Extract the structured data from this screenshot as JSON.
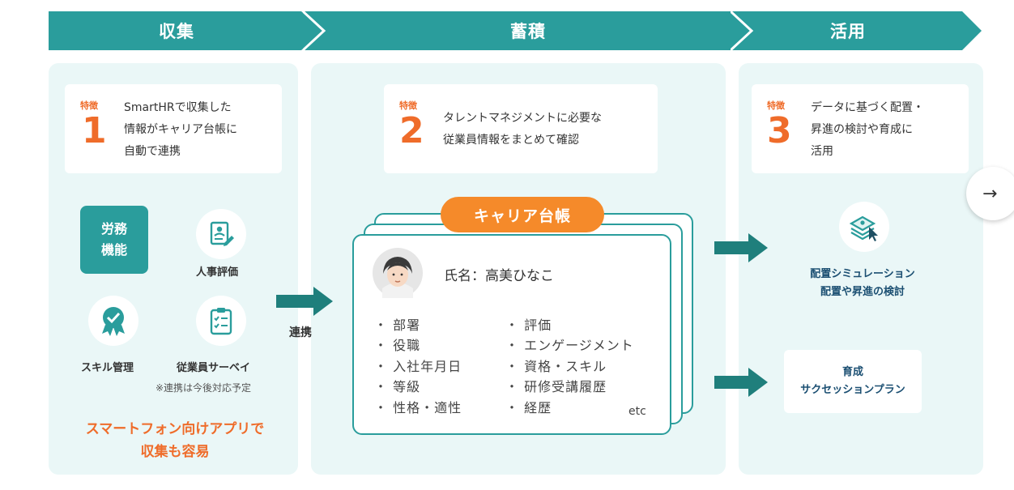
{
  "stages": {
    "collect": "収集",
    "accumulate": "蓄積",
    "utilize": "活用"
  },
  "features": [
    {
      "tag": "特徴",
      "num": "1",
      "lines": [
        "SmartHRで収集した",
        "情報がキャリア台帳に",
        "自動で連携"
      ]
    },
    {
      "tag": "特徴",
      "num": "2",
      "lines": [
        "タレントマネジメントに必要な",
        "従業員情報をまとめて確認"
      ]
    },
    {
      "tag": "特徴",
      "num": "3",
      "lines": [
        "データに基づく配置・",
        "昇進の検討や育成に",
        "活用"
      ]
    }
  ],
  "collect": {
    "labor_lines": [
      "労務",
      "機能"
    ],
    "hr_eval": "人事評価",
    "skill": "スキル管理",
    "survey": "従業員サーベイ",
    "note": "※連携は今後対応予定",
    "mobile_lines": [
      "スマートフォン向けアプリで",
      "収集も容易"
    ]
  },
  "link_label": "連携",
  "ledger": {
    "title": "キャリア台帳",
    "name": "氏名：高美ひなこ",
    "left_items": [
      "・ 部署",
      "・ 役職",
      "・ 入社年月日",
      "・ 等級",
      "・ 性格・適性"
    ],
    "right_items": [
      "・ 評価",
      "・ エンゲージメント",
      "・ 資格・スキル",
      "・ 研修受講履歴",
      "・ 経歴"
    ],
    "etc": "etc"
  },
  "utilize": {
    "simulation_lines": [
      "配置シミュレーション",
      "配置や昇進の検討"
    ],
    "succession_lines": [
      "育成",
      "サクセッションプラン"
    ]
  },
  "next_arrow": "→",
  "colors": {
    "teal": "#2a9d9c",
    "panel_bg": "#eaf7f7",
    "orange": "#ef6c2a",
    "pill_orange": "#f58a2a",
    "navy_text": "#1b4f72"
  }
}
